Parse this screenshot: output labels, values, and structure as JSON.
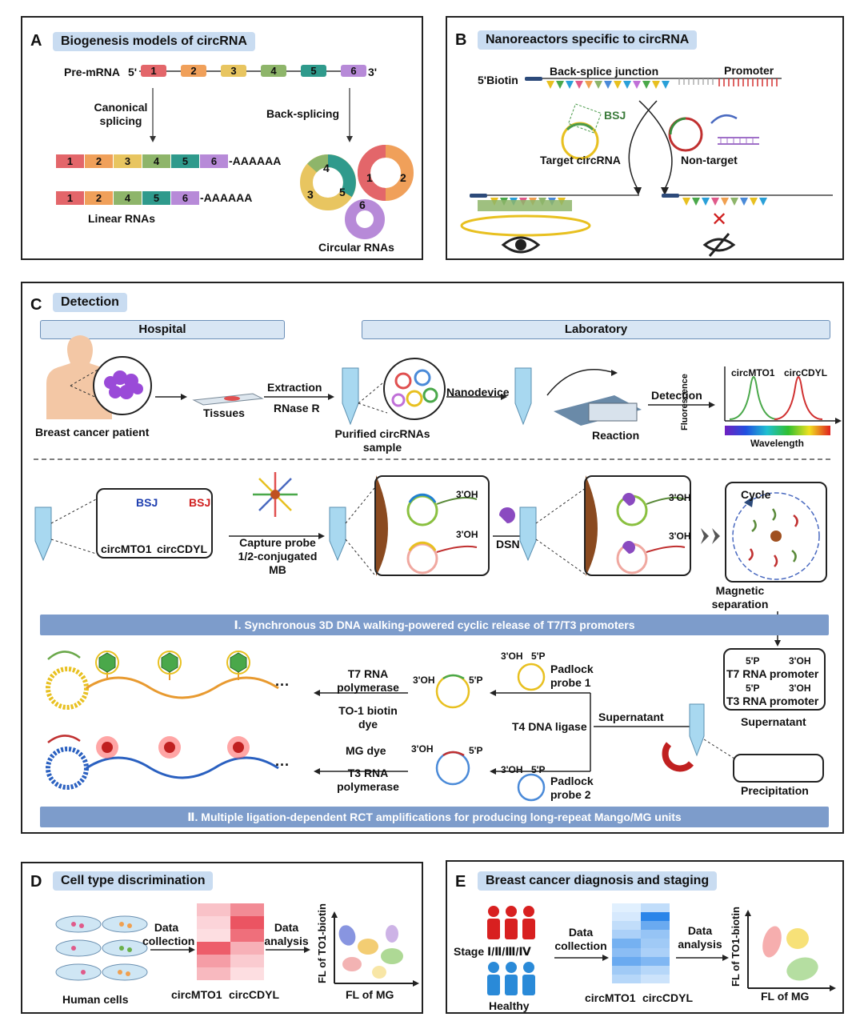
{
  "panel_a": {
    "letter": "A",
    "title": "Biogenesis models of circRNA",
    "pre_mrna": "Pre-mRNA",
    "five_prime": "5'",
    "three_prime": "3'",
    "exons": [
      "1",
      "2",
      "3",
      "4",
      "5",
      "6"
    ],
    "canonical": "Canonical splicing",
    "back_splicing": "Back-splicing",
    "linear1": [
      "1",
      "2",
      "3",
      "4",
      "5",
      "6"
    ],
    "linear1_tail": "-AAAAAA",
    "linear2": [
      "1",
      "2",
      "4",
      "5",
      "6"
    ],
    "linear2_tail": "-AAAAAA",
    "linear_label": "Linear RNAs",
    "circular_label": "Circular RNAs",
    "ring_labels": [
      "4",
      "3",
      "5",
      "1",
      "2",
      "6"
    ]
  },
  "panel_b": {
    "letter": "B",
    "title": "Nanoreactors specific to circRNA",
    "biotin": "5'Biotin",
    "junction": "Back-splice junction",
    "promoter": "Promoter",
    "bsj": "BSJ",
    "target": "Target circRNA",
    "nontarget": "Non-target",
    "cross": "✕"
  },
  "panel_c": {
    "letter": "C",
    "title": "Detection",
    "hospital": "Hospital",
    "laboratory": "Laboratory",
    "patient": "Breast cancer patient",
    "tissues": "Tissues",
    "extraction": "Extraction",
    "rnase": "RNase R",
    "purified": "Purified circRNAs sample",
    "nanodevice": "Nanodevice",
    "reaction": "Reaction",
    "detection": "Detection",
    "fluorescence": "Fluorescence",
    "wavelength": "Wavelength",
    "peak1": "circMTO1",
    "peak2": "circCDYL",
    "bsj1": "BSJ",
    "bsj2": "BSJ",
    "circ1": "circMTO1",
    "circ2": "circCDYL",
    "capture": "Capture probe 1/2-conjugated MB",
    "oh1": "3'OH",
    "oh2": "3'OH",
    "dsn": "DSN",
    "oh3": "3'OH",
    "oh4": "3'OH",
    "cycle": "Cycle",
    "magnetic": "Magnetic separation",
    "band1": "Ⅰ. Synchronous 3D DNA walking-powered cyclic release of T7/T3 promoters",
    "t7_5p": "5'P",
    "t7_3oh": "3'OH",
    "t7_promoter": "T7 RNA promoter",
    "t3_5p": "5'P",
    "t3_3oh": "3'OH",
    "t3_promoter": "T3 RNA promoter",
    "supernatant_box": "Supernatant",
    "padlock1_oh": "3'OH",
    "padlock1_p": "5'P",
    "padlock1": "Padlock probe 1",
    "padlock2_oh": "3'OH",
    "padlock2_p": "5'P",
    "padlock2": "Padlock probe 2",
    "lig1_oh": "3'OH",
    "lig1_p": "5'P",
    "lig2_oh": "3'OH",
    "lig2_p": "5'P",
    "t4": "T4 DNA ligase",
    "supernatant": "Supernatant",
    "t7pol": "T7 RNA polymerase",
    "to1": "TO-1 biotin dye",
    "mg": "MG dye",
    "t3pol": "T3 RNA polymerase",
    "precipitation": "Precipitation",
    "dots1": "···",
    "dots2": "···",
    "band2": "Ⅱ. Multiple ligation-dependent  RCT amplifications for producing long-repeat Mango/MG units"
  },
  "panel_d": {
    "letter": "D",
    "title": "Cell type discrimination",
    "human_cells": "Human cells",
    "collection": "Data collection",
    "analysis": "Data analysis",
    "x_cols": [
      "circMTO1",
      "circCDYL"
    ],
    "heatmap": [
      [
        0.25,
        0.55
      ],
      [
        0.15,
        0.85
      ],
      [
        0.1,
        0.7
      ],
      [
        0.8,
        0.35
      ],
      [
        0.45,
        0.2
      ],
      [
        0.3,
        0.1
      ]
    ],
    "ylabel": "FL of TO1-biotin",
    "xlabel": "FL of MG"
  },
  "panel_e": {
    "letter": "E",
    "title": "Breast cancer diagnosis and staging",
    "stage": "Stage Ⅰ/Ⅱ/Ⅲ/Ⅳ",
    "healthy": "Healthy",
    "collection": "Data collection",
    "analysis": "Data analysis",
    "x_cols": [
      "circMTO1",
      "circCDYL"
    ],
    "heatmap": [
      [
        0.05,
        0.2
      ],
      [
        0.1,
        0.9
      ],
      [
        0.2,
        0.6
      ],
      [
        0.3,
        0.4
      ],
      [
        0.55,
        0.35
      ],
      [
        0.45,
        0.3
      ],
      [
        0.6,
        0.5
      ],
      [
        0.35,
        0.25
      ],
      [
        0.25,
        0.15
      ]
    ],
    "ylabel": "FL of TO1-biotin",
    "xlabel": "FL of MG"
  },
  "colors": {
    "exon1": "#e3666a",
    "exon2": "#f0a05a",
    "exon3": "#e8c560",
    "exon4": "#8eb56a",
    "exon5": "#2f9a8c",
    "exon6": "#b78ad8",
    "band": "#7d9ccb",
    "tab": "#c9dcf1"
  }
}
